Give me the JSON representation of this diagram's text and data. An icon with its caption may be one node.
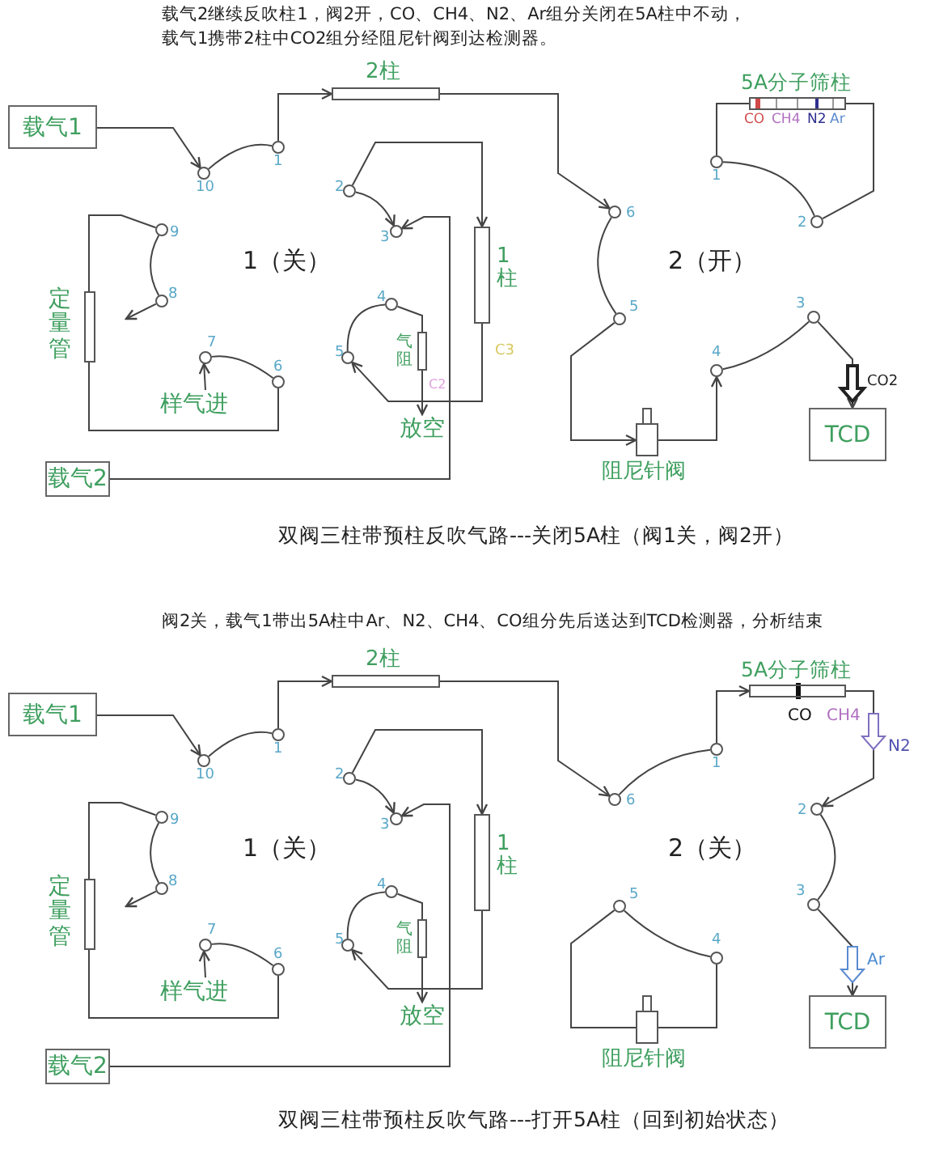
{
  "diagram": {
    "nodes": [
      {
        "text": [
          "载气1"
        ]
      },
      {
        "text": [],
        "shape": "circle",
        "beside": [
          "10"
        ]
      },
      {
        "text": [],
        "shape": "circle",
        "beside": [
          "1"
        ]
      },
      {
        "text": [],
        "shape": "bar",
        "beside": [
          "2柱"
        ]
      },
      {
        "text": [],
        "shape": "bar",
        "beside": [
          "5A分子筛柱"
        ]
      },
      {
        "text": [],
        "shape": "circle",
        "beside": [
          "1"
        ]
      },
      {
        "text": [],
        "shape": "circle",
        "beside": [
          "2"
        ]
      },
      {
        "text": [],
        "shape": "circle",
        "beside": [
          "9"
        ]
      },
      {
        "text": [],
        "shape": "circle",
        "beside": [
          "2"
        ]
      },
      {
        "text": [],
        "shape": "circle",
        "beside": [
          "3"
        ]
      },
      {
        "text": [],
        "shape": "bar",
        "beside": [
          "1柱"
        ]
      },
      {
        "text": [],
        "shape": "circle",
        "beside": [
          "6"
        ]
      },
      {
        "text": [],
        "shape": "bar",
        "beside": [
          "定量管"
        ]
      },
      {
        "text": [],
        "shape": "circle",
        "beside": [
          "8"
        ]
      },
      {
        "text": [],
        "shape": "circle",
        "beside": [
          "4"
        ]
      },
      {
        "text": [],
        "shape": "bar",
        "beside": [
          "气阻"
        ]
      },
      {
        "text": [],
        "shape": "circle",
        "beside": [
          "5"
        ]
      },
      {
        "text": [],
        "shape": "circle",
        "beside": [
          "3"
        ]
      },
      {
        "text": [],
        "shape": "circle",
        "beside": [
          "7"
        ]
      },
      {
        "text": [],
        "shape": "circle",
        "beside": [
          "6"
        ]
      },
      {
        "text": [],
        "shape": "circle",
        "beside": [
          "5"
        ]
      },
      {
        "text": [],
        "shape": "circle",
        "beside": [
          "4"
        ]
      },
      {
        "text": [
          "样气进"
        ]
      },
      {
        "text": [
          "放空"
        ]
      },
      {
        "text": [],
        "shape": "valve",
        "beside": [
          "阻尼针阀"
        ]
      },
      {
        "text": [
          "TCD"
        ]
      },
      {
        "text": [
          "载气2"
        ]
      },
      {
        "text": [
          "载气1"
        ]
      },
      {
        "text": [],
        "shape": "circle",
        "beside": [
          "10"
        ]
      },
      {
        "text": [],
        "shape": "circle",
        "beside": [
          "1"
        ]
      },
      {
        "text": [],
        "shape": "bar",
        "beside": [
          "2柱"
        ]
      },
      {
        "text": [],
        "shape": "bar",
        "beside": [
          "5A分子筛柱"
        ]
      },
      {
        "text": [],
        "shape": "circle",
        "beside": [
          "1"
        ]
      },
      {
        "text": [],
        "shape": "circle",
        "beside": [
          "2"
        ]
      },
      {
        "text": [],
        "shape": "circle",
        "beside": [
          "9"
        ]
      },
      {
        "text": [],
        "shape": "circle",
        "beside": [
          "2"
        ]
      },
      {
        "text": [],
        "shape": "circle",
        "beside": [
          "3"
        ]
      },
      {
        "text": [],
        "shape": "bar",
        "beside": [
          "1柱"
        ]
      },
      {
        "text": [],
        "shape": "circle",
        "beside": [
          "6"
        ]
      },
      {
        "text": [],
        "shape": "bar",
        "beside": [
          "定量管"
        ]
      },
      {
        "text": [],
        "shape": "circle",
        "beside": [
          "8"
        ]
      },
      {
        "text": [],
        "shape": "circle",
        "beside": [
          "4"
        ]
      },
      {
        "text": [],
        "shape": "bar",
        "beside": [
          "气阻"
        ]
      },
      {
        "text": [],
        "shape": "circle",
        "beside": [
          "5"
        ]
      },
      {
        "text": [],
        "shape": "circle",
        "beside": [
          "3"
        ]
      },
      {
        "text": [],
        "shape": "circle",
        "beside": [
          "7"
        ]
      },
      {
        "text": [],
        "shape": "circle",
        "beside": [
          "6"
        ]
      },
      {
        "text": [],
        "shape": "circle",
        "beside": [
          "5"
        ]
      },
      {
        "text": [],
        "shape": "circle",
        "beside": [
          "4"
        ]
      },
      {
        "text": [
          "样气进"
        ]
      },
      {
        "text": [
          "放空"
        ]
      },
      {
        "text": [],
        "shape": "valve",
        "beside": [
          "阻尼针阀"
        ]
      },
      {
        "text": [
          "TCD"
        ]
      },
      {
        "text": [
          "载气2"
        ]
      }
    ],
    "edges": [
      {
        "from": 0,
        "to": 1,
        "arrow": "to"
      },
      {
        "from": 1,
        "to": 2,
        "arrow": "none"
      },
      {
        "from": 2,
        "to": 3,
        "arrow": "to"
      },
      {
        "from": 3,
        "to": 11,
        "arrow": "to"
      },
      {
        "from": 11,
        "to": 16,
        "arrow": "none"
      },
      {
        "from": 16,
        "to": 24,
        "arrow": "to"
      },
      {
        "from": 24,
        "to": 21,
        "arrow": "to"
      },
      {
        "from": 21,
        "to": 17,
        "arrow": "none"
      },
      {
        "from": 17,
        "to": 25,
        "arrow": "to"
      },
      {
        "from": 5,
        "to": 4,
        "arrow": "none"
      },
      {
        "from": 4,
        "to": 6,
        "arrow": "none"
      },
      {
        "from": 5,
        "to": 6,
        "arrow": "none"
      },
      {
        "from": 8,
        "to": 10,
        "arrow": "to"
      },
      {
        "from": 8,
        "to": 9,
        "arrow": "to"
      },
      {
        "from": 26,
        "to": 9,
        "arrow": "to"
      },
      {
        "from": 10,
        "to": 20,
        "arrow": "to"
      },
      {
        "from": 20,
        "to": 14,
        "arrow": "none"
      },
      {
        "from": 14,
        "to": 15,
        "arrow": "none"
      },
      {
        "from": 15,
        "to": 23,
        "arrow": "to"
      },
      {
        "from": 7,
        "to": 13,
        "arrow": "none"
      },
      {
        "from": 13,
        "to": null,
        "arrow": "to"
      },
      {
        "from": 7,
        "to": 12,
        "arrow": "none"
      },
      {
        "from": 12,
        "to": 19,
        "arrow": "none"
      },
      {
        "from": 22,
        "to": 18,
        "arrow": "to"
      },
      {
        "from": 18,
        "to": 19,
        "arrow": "none"
      },
      {
        "from": 27,
        "to": 28,
        "arrow": "to"
      },
      {
        "from": 28,
        "to": 29,
        "arrow": "none"
      },
      {
        "from": 29,
        "to": 30,
        "arrow": "to"
      },
      {
        "from": 30,
        "to": 38,
        "arrow": "to"
      },
      {
        "from": 38,
        "to": 32,
        "arrow": "none"
      },
      {
        "from": 32,
        "to": 31,
        "arrow": "to"
      },
      {
        "from": 31,
        "to": 33,
        "arrow": "to"
      },
      {
        "from": 33,
        "to": 44,
        "arrow": "none"
      },
      {
        "from": 44,
        "to": 52,
        "arrow": "to"
      },
      {
        "from": 43,
        "to": 48,
        "arrow": "none"
      },
      {
        "from": 43,
        "to": 51,
        "arrow": "none"
      },
      {
        "from": 51,
        "to": 48,
        "arrow": "none"
      },
      {
        "from": 35,
        "to": 37,
        "arrow": "to"
      },
      {
        "from": 35,
        "to": 36,
        "arrow": "to"
      },
      {
        "from": 53,
        "to": 36,
        "arrow": "to"
      },
      {
        "from": 37,
        "to": 47,
        "arrow": "to"
      },
      {
        "from": 47,
        "to": 41,
        "arrow": "none"
      },
      {
        "from": 41,
        "to": 42,
        "arrow": "none"
      },
      {
        "from": 42,
        "to": 50,
        "arrow": "to"
      },
      {
        "from": 34,
        "to": 40,
        "arrow": "none"
      },
      {
        "from": 40,
        "to": null,
        "arrow": "to"
      },
      {
        "from": 34,
        "to": 39,
        "arrow": "none"
      },
      {
        "from": 39,
        "to": 46,
        "arrow": "none"
      },
      {
        "from": 49,
        "to": 45,
        "arrow": "to"
      },
      {
        "from": 45,
        "to": 46,
        "arrow": "none"
      }
    ],
    "labels": [
      "载气2继续反吹柱1，阀2开，CO、CH4、N2、Ar组分关闭在5A柱中不动，",
      "载气1携带2柱中CO2组分经阻尼针阀到达检测器。",
      "1（关）",
      "2（开）",
      "CO",
      "CH4",
      "N2",
      "Ar",
      "C3",
      "C2",
      "CO2",
      "双阀三柱带预柱反吹气路---关闭5A柱（阀1关，阀2开）",
      "阀2关，载气1带出5A柱中Ar、N2、CH4、CO组分先后送达到TCD检测器，分析结束",
      "1（关）",
      "2（关）",
      "CO",
      "CH4",
      "N2",
      "Ar",
      "双阀三柱带预柱反吹气路---打开5A柱（回到初始状态）"
    ]
  }
}
